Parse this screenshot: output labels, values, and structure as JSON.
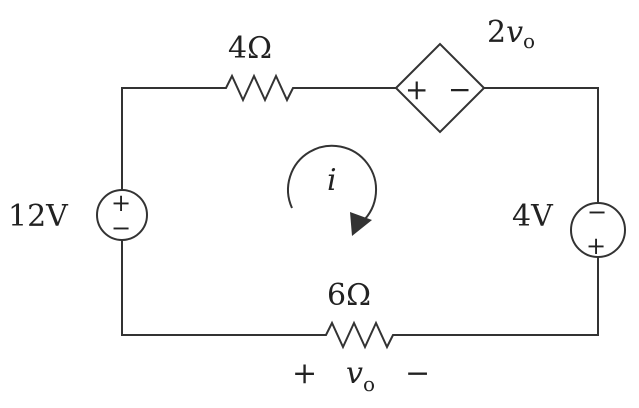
{
  "circuit": {
    "resistor_top": {
      "label": "4Ω"
    },
    "resistor_bottom": {
      "label": "6Ω"
    },
    "dependent_source": {
      "label_coef": "2",
      "label_var": "v",
      "label_sub": "o",
      "plus": "+",
      "minus": "−"
    },
    "source_left": {
      "label": "12V",
      "plus": "+",
      "minus": "−"
    },
    "source_right": {
      "label": "4V",
      "plus": "+",
      "minus": "−"
    },
    "loop_current": {
      "label": "i"
    },
    "vo_marking": {
      "plus": "+",
      "var": "v",
      "sub": "o",
      "minus": "−"
    }
  }
}
